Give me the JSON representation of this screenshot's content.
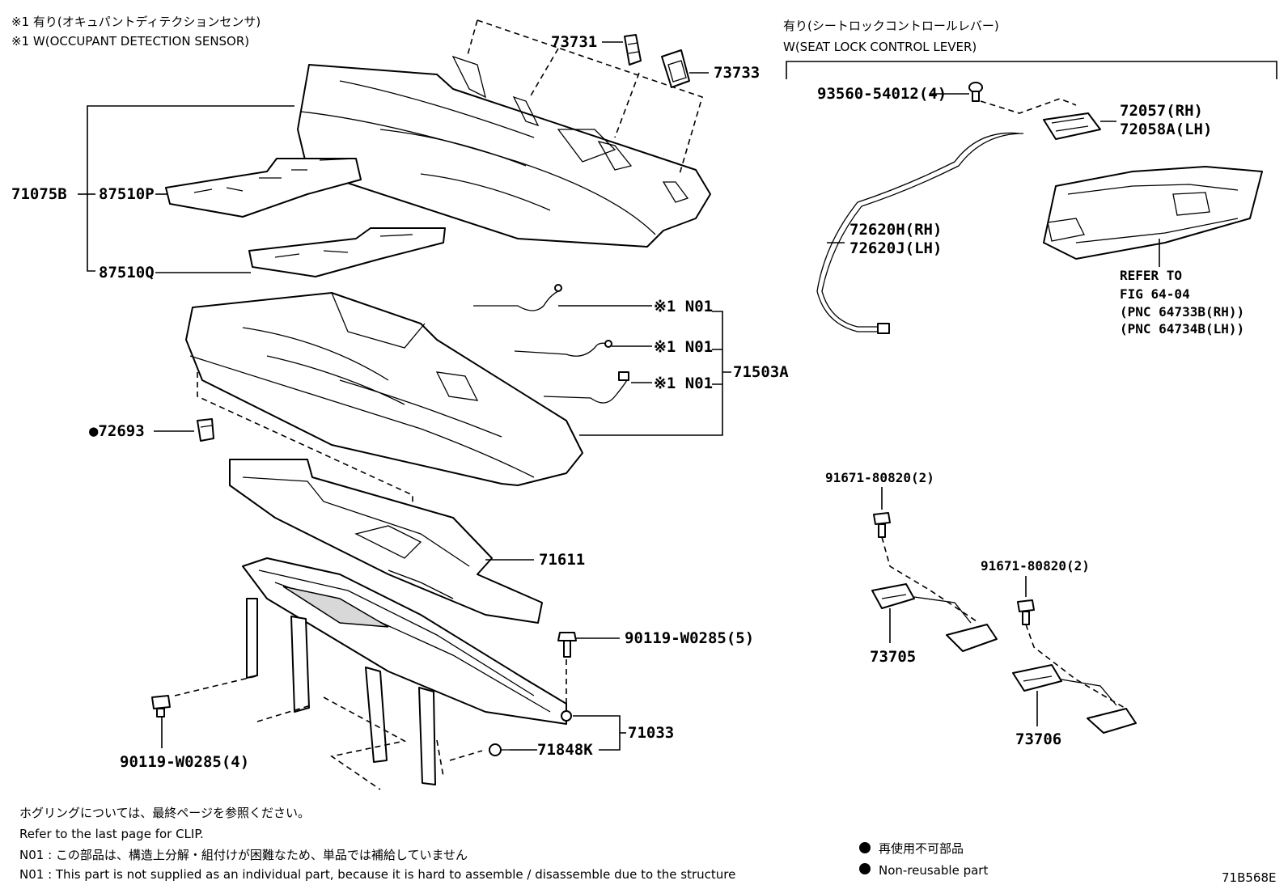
{
  "header_notes": {
    "jp_sensor": "※1 有り(オキュパントディテクションセンサ)",
    "en_sensor": "※1 W(OCCUPANT DETECTION SENSOR)",
    "jp_lever": "有り(シートロックコントロールレバー)",
    "en_lever": "W(SEAT LOCK CONTROL LEVER)"
  },
  "parts": {
    "p73731": "73731",
    "p73733": "73733",
    "p71075B": "71075B",
    "p87510P": "87510P",
    "p87510Q": "87510Q",
    "p93560": "93560-54012(4)",
    "p72057": "72057(RH)",
    "p72058A": "72058A(LH)",
    "p72620H": "72620H(RH)",
    "p72620J": "72620J(LH)",
    "refer1": "REFER TO",
    "refer2": "FIG 64-04",
    "pnc1": "(PNC 64733B(RH))",
    "pnc2": "(PNC 64734B(LH))",
    "n01": "※1 N01",
    "p71503A": "71503A",
    "p72693": "●72693",
    "p71611": "71611",
    "p90119_5": "90119-W0285(5)",
    "p90119_4": "90119-W0285(4)",
    "p71033": "71033",
    "p71848K": "71848K",
    "p91671a": "91671-80820(2)",
    "p91671b": "91671-80820(2)",
    "p73705": "73705",
    "p73706": "73706"
  },
  "footer_notes": {
    "clip_jp": "ホグリングについては、最終ページを参照ください。",
    "clip_en": "Refer to the last page for CLIP.",
    "n01_jp": "N01 : この部品は、構造上分解・組付けが困難なため、単品では補給していません",
    "n01_en": "N01 : This part is not supplied as an individual part, because it is hard to assemble / disassemble due to the structure"
  },
  "legend": {
    "nonreusable_jp": "再使用不可部品",
    "nonreusable_en": "Non-reusable part"
  },
  "figure_code": "71B568E"
}
